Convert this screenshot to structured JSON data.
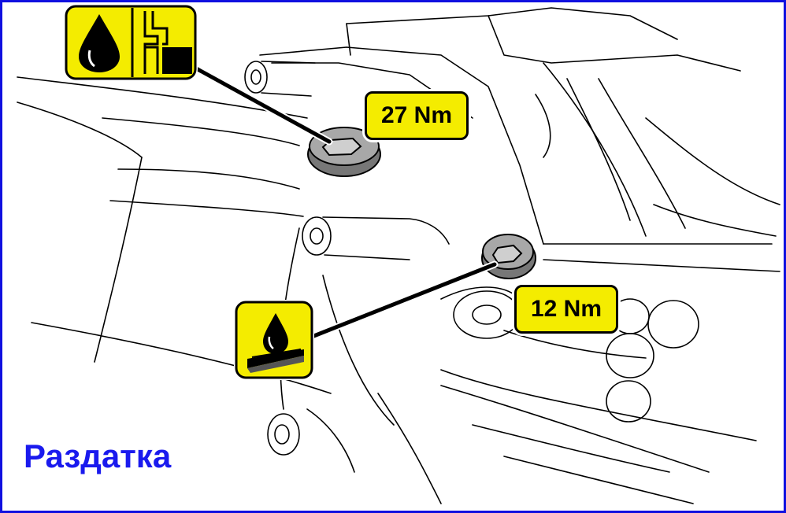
{
  "labels": {
    "torque_fill_plug": "27 Nm",
    "torque_drain_plug": "12 Nm"
  },
  "caption": "Раздатка",
  "icons": {
    "fill_icon": "oil-fill-level-icon",
    "drain_icon": "oil-drain-icon"
  },
  "colors": {
    "frame": "#1010e0",
    "caption": "#1a1aee",
    "label_bg": "#f4ec00",
    "line": "#000000",
    "plug": "#9a9a9a"
  }
}
